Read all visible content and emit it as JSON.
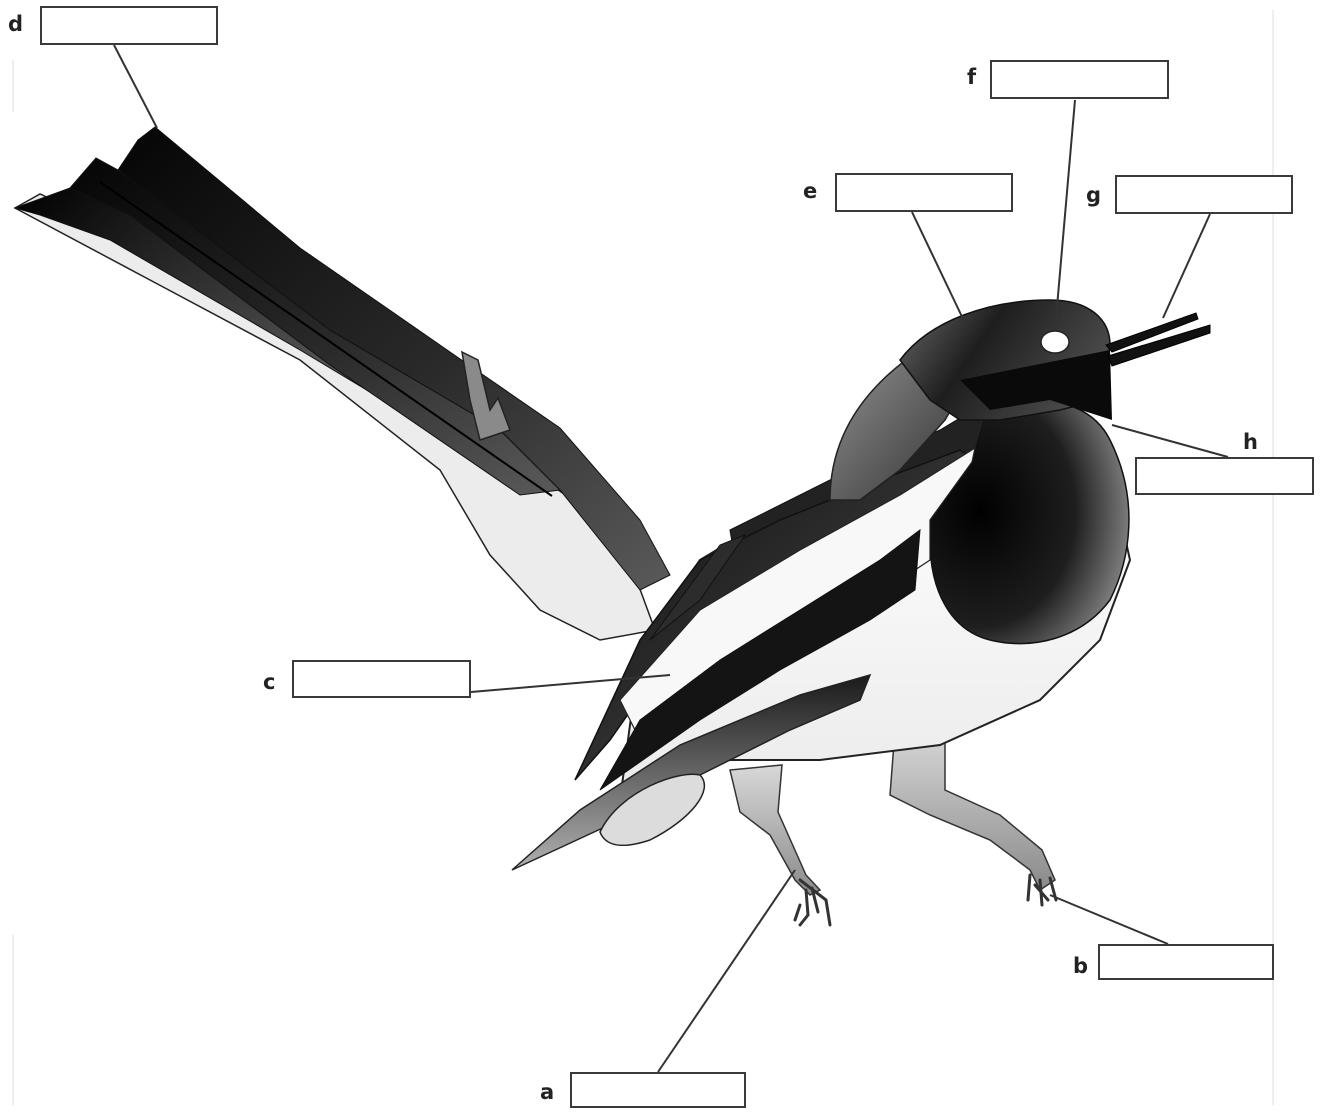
{
  "diagram": {
    "labels": [
      {
        "id": "a",
        "letter": "a",
        "answer": ""
      },
      {
        "id": "b",
        "letter": "b",
        "answer": ""
      },
      {
        "id": "c",
        "letter": "c",
        "answer": ""
      },
      {
        "id": "d",
        "letter": "d",
        "answer": ""
      },
      {
        "id": "e",
        "letter": "e",
        "answer": ""
      },
      {
        "id": "f",
        "letter": "f",
        "answer": ""
      },
      {
        "id": "g",
        "letter": "g",
        "answer": ""
      },
      {
        "id": "h",
        "letter": "h",
        "answer": ""
      }
    ]
  }
}
